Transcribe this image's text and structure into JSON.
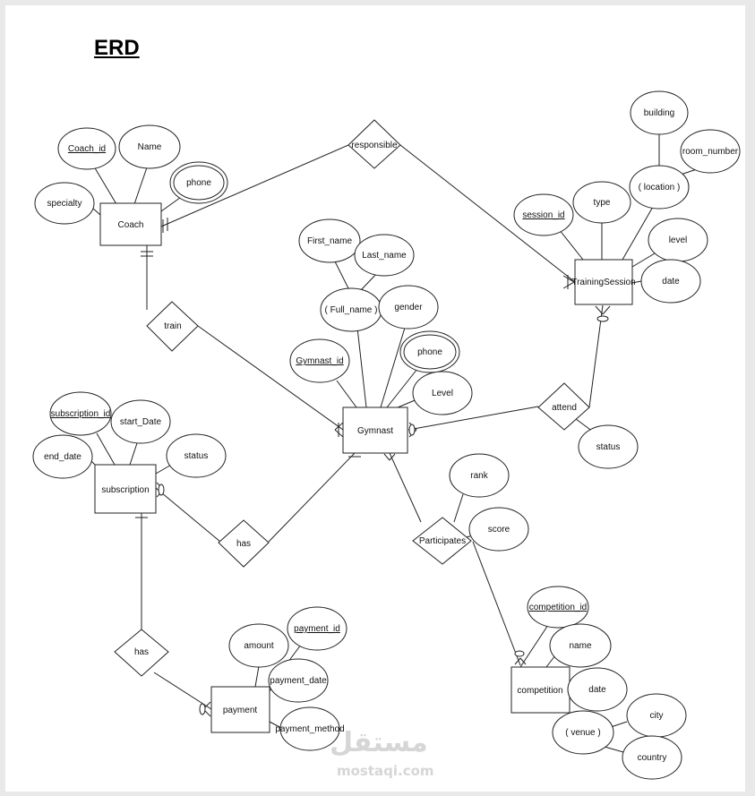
{
  "title": "ERD",
  "watermark": {
    "brand_arabic": "مستقل",
    "brand_latin": "mostaqi.com"
  },
  "entities": {
    "coach": "Coach",
    "training_session": "TrainingSession",
    "gymnast": "Gymnast",
    "subscription": "subscription",
    "payment": "payment",
    "competition": "competition"
  },
  "relationships": {
    "responsible": "responsible",
    "train": "train",
    "attend": "attend",
    "has_subscription": "has",
    "participates": "Participates",
    "has_payment": "has"
  },
  "attributes": {
    "coach_id": "Coach_id",
    "coach_name": "Name",
    "coach_phone": "phone",
    "coach_specialty": "specialty",
    "building": "building",
    "room_number": "room_number",
    "location": "( location )",
    "session_id": "session_id",
    "session_type": "type",
    "session_level": "level",
    "session_date": "date",
    "first_name": "First_name",
    "last_name": "Last_name",
    "full_name": "( Full_name )",
    "gender": "gender",
    "gymnast_id": "Gymnast_id",
    "gymnast_phone": "phone",
    "gymnast_level": "Level",
    "attend_status": "status",
    "subscription_id": "subscription_id",
    "start_date": "start_Date",
    "end_date": "end_date",
    "subscription_status": "status",
    "rank": "rank",
    "score": "score",
    "competition_id": "competition_id",
    "competition_name": "name",
    "competition_date": "date",
    "venue": "( venue )",
    "city": "city",
    "country": "country",
    "amount": "amount",
    "payment_id": "payment_id",
    "payment_date": "payment_date",
    "payment_method": "payment_method"
  }
}
